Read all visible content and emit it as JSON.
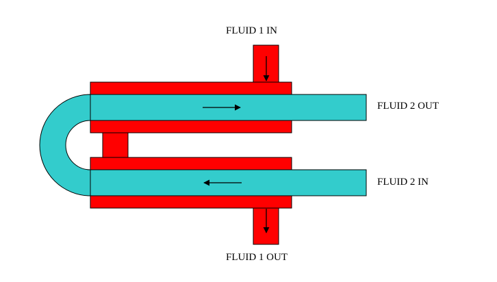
{
  "colors": {
    "hot_fluid": "#ff0000",
    "cold_fluid": "#33cccc",
    "outline": "#000000",
    "background": "#ffffff"
  },
  "labels": {
    "fluid1_in": "FLUID 1 IN",
    "fluid2_out": "FLUID 2 OUT",
    "fluid2_in": "FLUID 2 IN",
    "fluid1_out": "FLUID 1 OUT"
  }
}
